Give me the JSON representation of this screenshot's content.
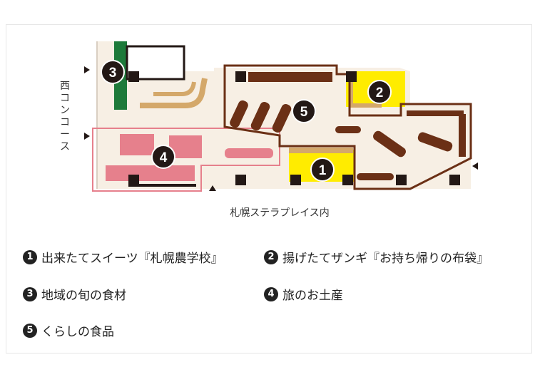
{
  "map": {
    "west_concourse": "西コンコース",
    "below_label": "札幌ステラプレイス内",
    "zones": [
      {
        "num": "1",
        "name": "出来たてスイーツ『札幌農学校』",
        "color": "#ffec00"
      },
      {
        "num": "2",
        "name": "揚げたてザンギ『お持ち帰りの布袋』",
        "color": "#ffec00"
      },
      {
        "num": "3",
        "name": "地域の旬の食材",
        "color": "#1d7a3a"
      },
      {
        "num": "4",
        "name": "旅のお土産",
        "color": "#e6808c"
      },
      {
        "num": "5",
        "name": "くらしの食品",
        "color": "#6b3a22"
      }
    ]
  },
  "colors": {
    "floor": "#f7efe4",
    "pillar": "#231815",
    "shelf_brown": "#6b3016",
    "counter_tan": "#d4a86a"
  }
}
